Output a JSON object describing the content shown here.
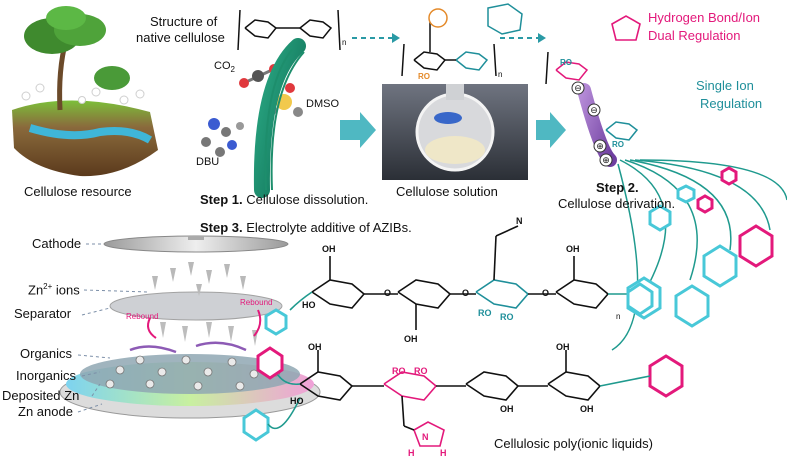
{
  "figure": {
    "structure_label_line1": "Structure of",
    "structure_label_line2": "native cellulose",
    "cellulose_resource": "Cellulose resource",
    "co2": "CO",
    "co2_sub": "2",
    "dmso": "DMSO",
    "dbu": "DBU",
    "step1_bold": "Step 1.",
    "step1_text": " Cellulose dissolution.",
    "cellulose_solution": "Cellulose solution",
    "step2_bold": "Step 2.",
    "step2_text": "Cellulose derivation.",
    "step3_bold": "Step 3.",
    "step3_text": " Electrolyte additive of AZIBs.",
    "hb_line1": "Hydrogen Bond/Ion",
    "hb_line2": "Dual Regulation",
    "single_line1": "Single Ion",
    "single_line2": "Regulation",
    "cathode": "Cathode",
    "zn_ions": "Zn",
    "zn_ions_sup": "2+",
    "zn_ions_tail": " ions",
    "separator": "Separator",
    "rebound": "Rebound",
    "organics": "Organics",
    "inorganics": "Inorganics",
    "deposited_zn": "Deposited Zn",
    "zn_anode": "Zn anode",
    "poly_il": "Cellulosic poly(ionic liquids)",
    "ro": "RO",
    "oh": "OH",
    "ho": "HO",
    "o": "O",
    "n": "n",
    "h": "H",
    "nplus": "N"
  },
  "colors": {
    "teal": "#1f8f9a",
    "pink": "#e3197b",
    "orange": "#e48a2a",
    "purple": "#8d5bb5",
    "cyan_hex": "#48c8d8",
    "green_ring": "#3aa8a0"
  }
}
